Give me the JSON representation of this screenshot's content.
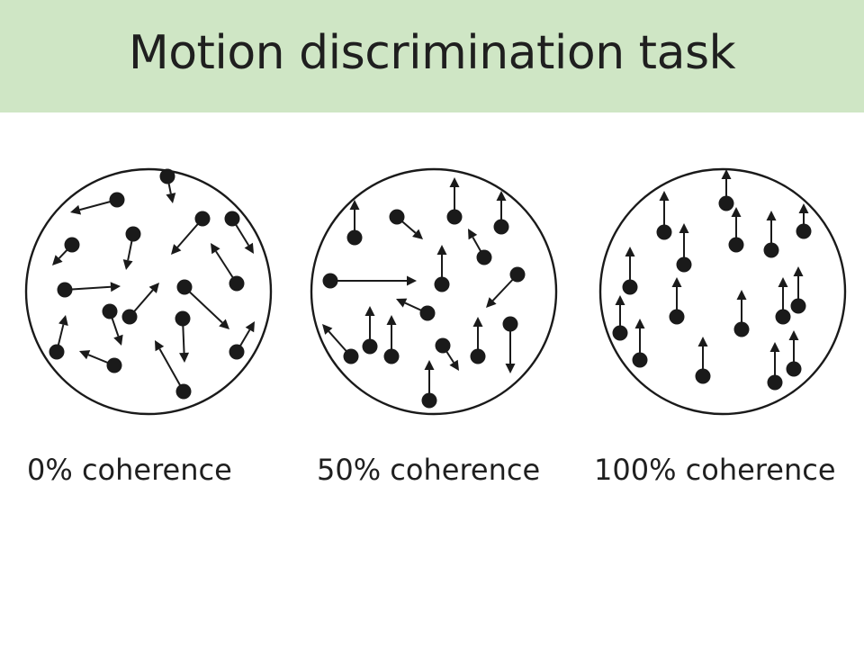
{
  "title": "Motion discrimination task",
  "panels": [
    {
      "label": "0% coherence",
      "dots": [
        [
          130,
          222,
          78,
          236
        ],
        [
          186,
          196,
          192,
          226
        ],
        [
          80,
          272,
          58,
          295
        ],
        [
          148,
          260,
          140,
          300
        ],
        [
          225,
          243,
          190,
          283
        ],
        [
          258,
          243,
          282,
          282
        ],
        [
          72,
          322,
          134,
          318
        ],
        [
          263,
          315,
          234,
          270
        ],
        [
          205,
          319,
          255,
          366
        ],
        [
          122,
          346,
          135,
          384
        ],
        [
          144,
          352,
          177,
          314
        ],
        [
          203,
          354,
          205,
          403
        ],
        [
          63,
          391,
          73,
          350
        ],
        [
          127,
          406,
          88,
          390
        ],
        [
          263,
          391,
          283,
          357
        ],
        [
          204,
          435,
          172,
          378
        ]
      ]
    },
    {
      "label": "50% coherence",
      "dots": [
        [
          394,
          264,
          394,
          222
        ],
        [
          505,
          241,
          505,
          197
        ],
        [
          557,
          252,
          557,
          212
        ],
        [
          441,
          241,
          470,
          266
        ],
        [
          538,
          286,
          520,
          254
        ],
        [
          367,
          312,
          463,
          312
        ],
        [
          491,
          316,
          491,
          272
        ],
        [
          575,
          305,
          540,
          342
        ],
        [
          475,
          348,
          440,
          332
        ],
        [
          411,
          385,
          411,
          340
        ],
        [
          435,
          396,
          435,
          350
        ],
        [
          390,
          396,
          358,
          360
        ],
        [
          531,
          396,
          531,
          352
        ],
        [
          567,
          360,
          567,
          415
        ],
        [
          492,
          384,
          510,
          412
        ],
        [
          477,
          445,
          477,
          400
        ]
      ]
    },
    {
      "label": "100% coherence",
      "dots": [
        [
          807,
          226,
          807,
          188
        ],
        [
          738,
          258,
          738,
          212
        ],
        [
          760,
          294,
          760,
          248
        ],
        [
          818,
          272,
          818,
          230
        ],
        [
          857,
          278,
          857,
          234
        ],
        [
          893,
          257,
          893,
          226
        ],
        [
          700,
          319,
          700,
          274
        ],
        [
          752,
          352,
          752,
          308
        ],
        [
          824,
          366,
          824,
          322
        ],
        [
          870,
          352,
          870,
          308
        ],
        [
          887,
          340,
          887,
          296
        ],
        [
          689,
          370,
          689,
          328
        ],
        [
          711,
          400,
          711,
          354
        ],
        [
          781,
          418,
          781,
          374
        ],
        [
          861,
          425,
          861,
          380
        ],
        [
          882,
          410,
          882,
          367
        ]
      ]
    }
  ]
}
